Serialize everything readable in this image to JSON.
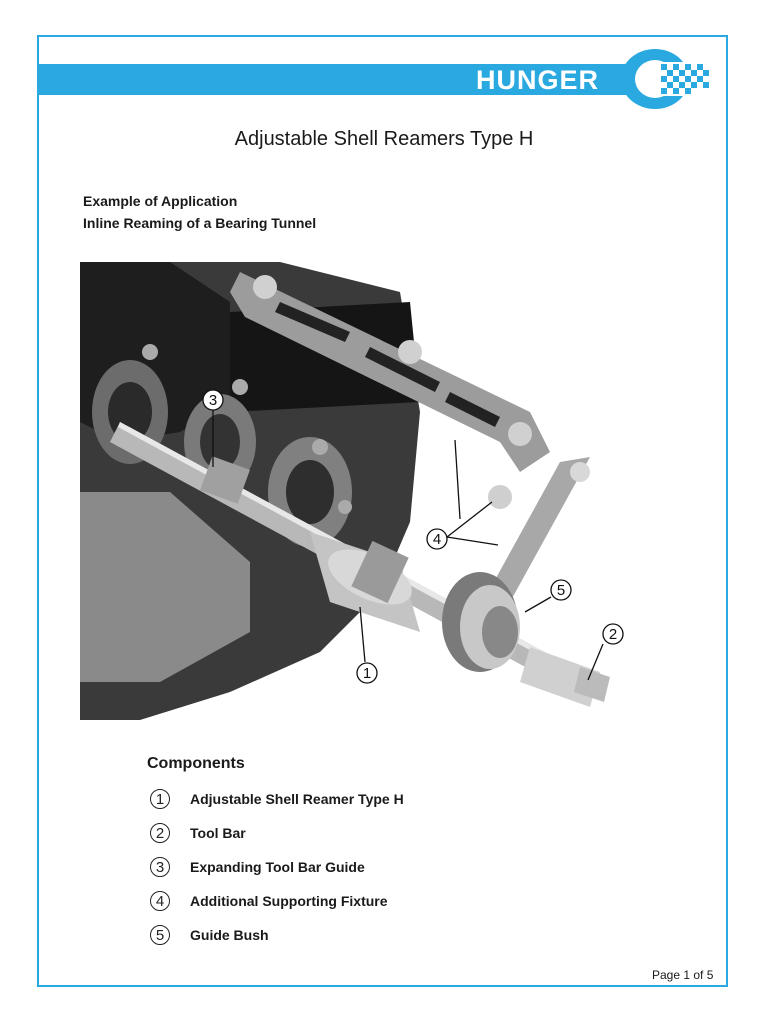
{
  "brand": {
    "name": "HUNGER",
    "color": "#2aa8e0"
  },
  "title": "Adjustable Shell Reamers Type H",
  "subtitle": {
    "line1": "Example of Application",
    "line2": "Inline Reaming of a Bearing Tunnel"
  },
  "figure": {
    "callouts": [
      "3",
      "4",
      "5",
      "2",
      "1"
    ]
  },
  "components": {
    "heading": "Components",
    "items": [
      {
        "num": "1",
        "label": "Adjustable Shell Reamer Type H"
      },
      {
        "num": "2",
        "label": "Tool Bar"
      },
      {
        "num": "3",
        "label": "Expanding Tool Bar Guide"
      },
      {
        "num": "4",
        "label": "Additional Supporting Fixture"
      },
      {
        "num": "5",
        "label": "Guide Bush"
      }
    ]
  },
  "footer": {
    "page": "Page 1 of 5"
  }
}
